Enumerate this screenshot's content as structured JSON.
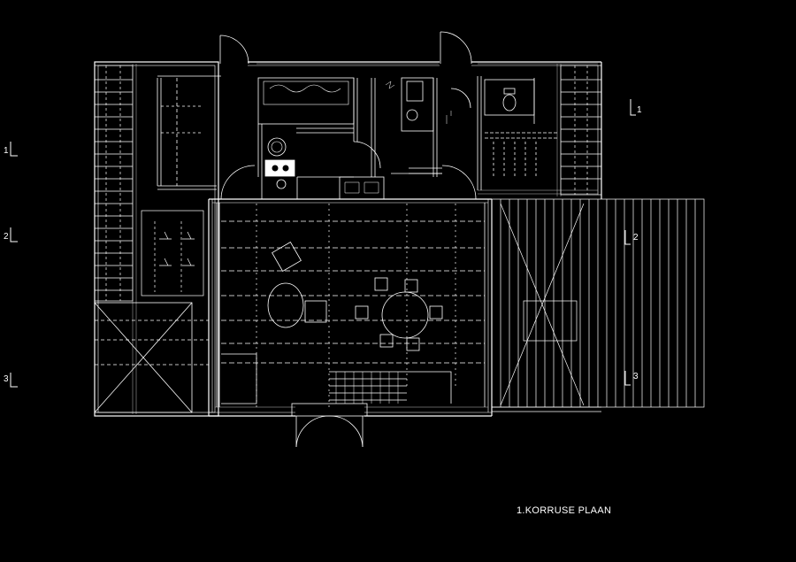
{
  "title": "1.KORRUSE PLAAN",
  "section_markers": {
    "right_1": "1",
    "left_1": "1",
    "left_2": "2",
    "right_2": "2",
    "left_3": "3",
    "right_3": "3"
  },
  "colors": {
    "background": "#000000",
    "line": "#ffffff",
    "hatch": "#bdbdbd"
  }
}
